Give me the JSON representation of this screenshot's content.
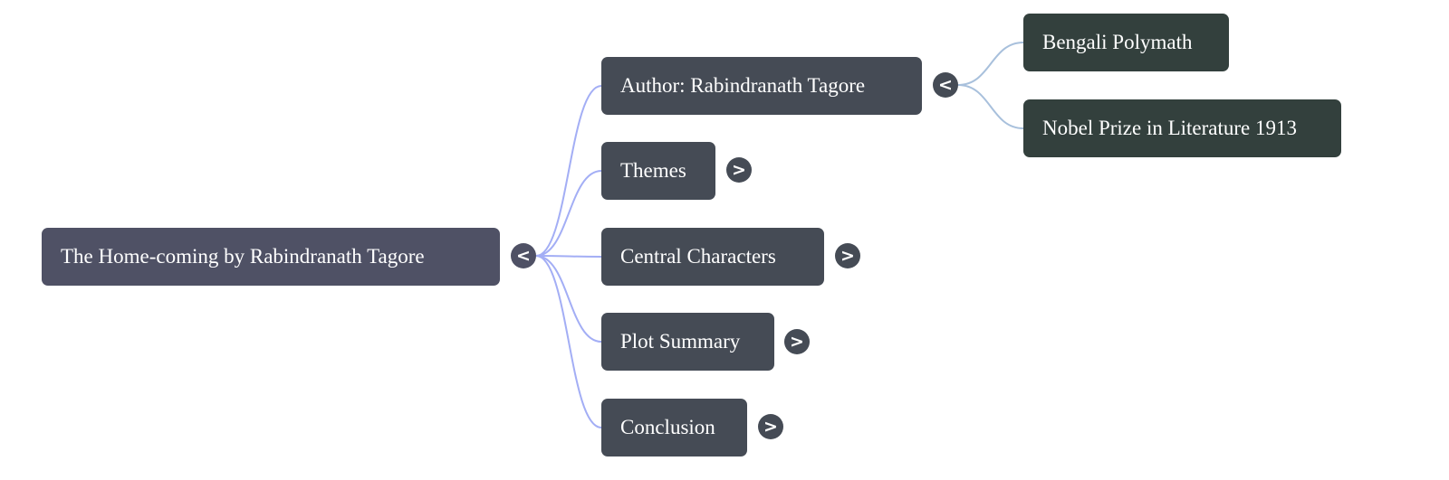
{
  "mindmap": {
    "root": {
      "label": "The Home-coming by Rabindranath Tagore",
      "toggle": "<",
      "expanded": true
    },
    "children": [
      {
        "label": "Author: Rabindranath Tagore",
        "toggle": "<",
        "expanded": true,
        "children": [
          {
            "label": "Bengali Polymath"
          },
          {
            "label": "Nobel Prize in Literature 1913"
          }
        ]
      },
      {
        "label": "Themes",
        "toggle": ">",
        "expanded": false
      },
      {
        "label": "Central Characters",
        "toggle": ">",
        "expanded": false
      },
      {
        "label": "Plot Summary",
        "toggle": ">",
        "expanded": false
      },
      {
        "label": "Conclusion",
        "toggle": ">",
        "expanded": false
      }
    ]
  },
  "colors": {
    "root_node": "#4f5165",
    "level1_node": "#454b55",
    "level2_node": "#33403d",
    "level1_link": "#a3aef5",
    "level2_link": "#a8c0dc"
  }
}
